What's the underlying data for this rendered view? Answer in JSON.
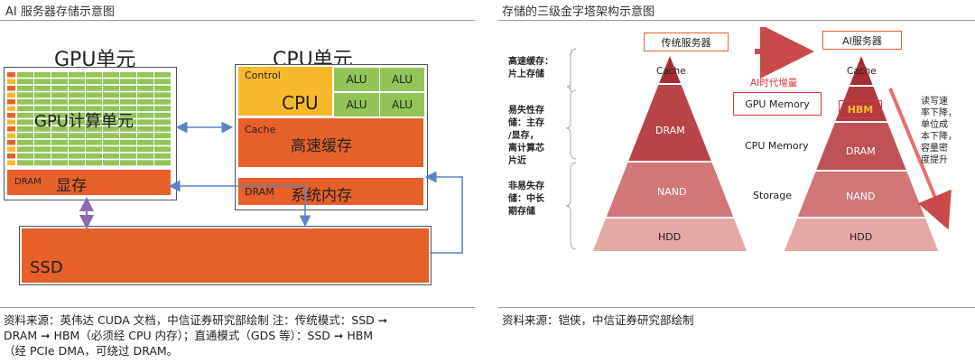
{
  "left_panel": {
    "title": "AI 服务器存储示意图",
    "gpu_title": "GPU单元",
    "cpu_title": "CPU单元",
    "gpu_compute": "GPU计算单元",
    "gpu_dram_tag": "DRAM",
    "gpu_dram_label": "显存",
    "cpu_control": "Control",
    "cpu_core": "CPU",
    "alu_labels": [
      "ALU",
      "ALU",
      "ALU",
      "ALU"
    ],
    "cache_tag": "Cache",
    "cache_label": "高速缓存",
    "sys_dram_tag": "DRAM",
    "sys_dram_label": "系统内存",
    "ssd_label": "SSD",
    "source_lines": [
      "资料来源：英伟达 CUDA 文档，中信证券研究部绘制  注：传统模式：SSD ➞",
      "DRAM ➞ HBM（必须经 CPU 内存）；直通模式（GDS 等）：SSD ➞ HBM",
      "（经 PCIe DMA，可绕过 DRAM。"
    ]
  },
  "right_panel": {
    "title": "存储的三级金字塔架构示意图",
    "left_pyramid_title": "传统服务器",
    "right_pyramid_title": "AI服务器",
    "ai_increment": "AI时代增量",
    "category_notes": [
      {
        "lines": [
          "高速缓存：",
          "片上存储"
        ]
      },
      {
        "lines": [
          "易失性存",
          "储：主存",
          "/显存，",
          "离计算芯",
          "片近"
        ]
      },
      {
        "lines": [
          "非易失存",
          "储：中长",
          "期存储"
        ]
      }
    ],
    "left_layers": [
      "Cache",
      "DRAM",
      "NAND",
      "HDD"
    ],
    "right_layers": [
      "Cache",
      "HBM",
      "DRAM",
      "NAND",
      "HDD"
    ],
    "middle_labels": [
      "GPU Memory",
      "CPU Memory",
      "Storage"
    ],
    "trend_note": [
      "读写速",
      "率下降，",
      "单位成",
      "本下降，",
      "容量密",
      "度提升"
    ],
    "source": "资料来源：铠侠，中信证券研究部绘制"
  },
  "colors": {
    "orange": "#e8602a",
    "alu_green": "#93c458",
    "control_yellow": "#f7b92b",
    "arrow_blue": "#5a84c4",
    "ssd_purple": "#8c6bb1",
    "pyramid_top": "#a72d33",
    "pyramid_bottom": "#e6a7a7",
    "accent_red": "#d63a3a"
  }
}
